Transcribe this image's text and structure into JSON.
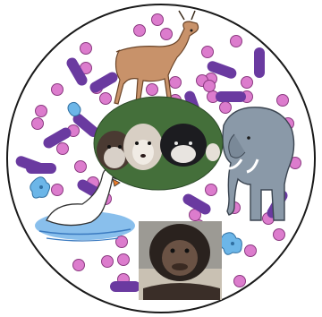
{
  "image": {
    "subject": "circle",
    "palette": {
      "outline": "#1a1a1a",
      "dot_fill": "#dc7ccd",
      "dot_stroke": "#8a3a80",
      "rod_fill": "#6a3aa0",
      "cell_fill": "#6cb6e8",
      "deer": "#c8926a",
      "elephant": "#8a99a8",
      "swan": "#ffffff",
      "water": "#7cb8ea"
    },
    "icons": [
      "deer-icon",
      "elephant-icon",
      "swan-icon",
      "puppies-photo",
      "chimpanzee-photo",
      "bacteria-rod-icon",
      "amoeba-icon"
    ]
  }
}
